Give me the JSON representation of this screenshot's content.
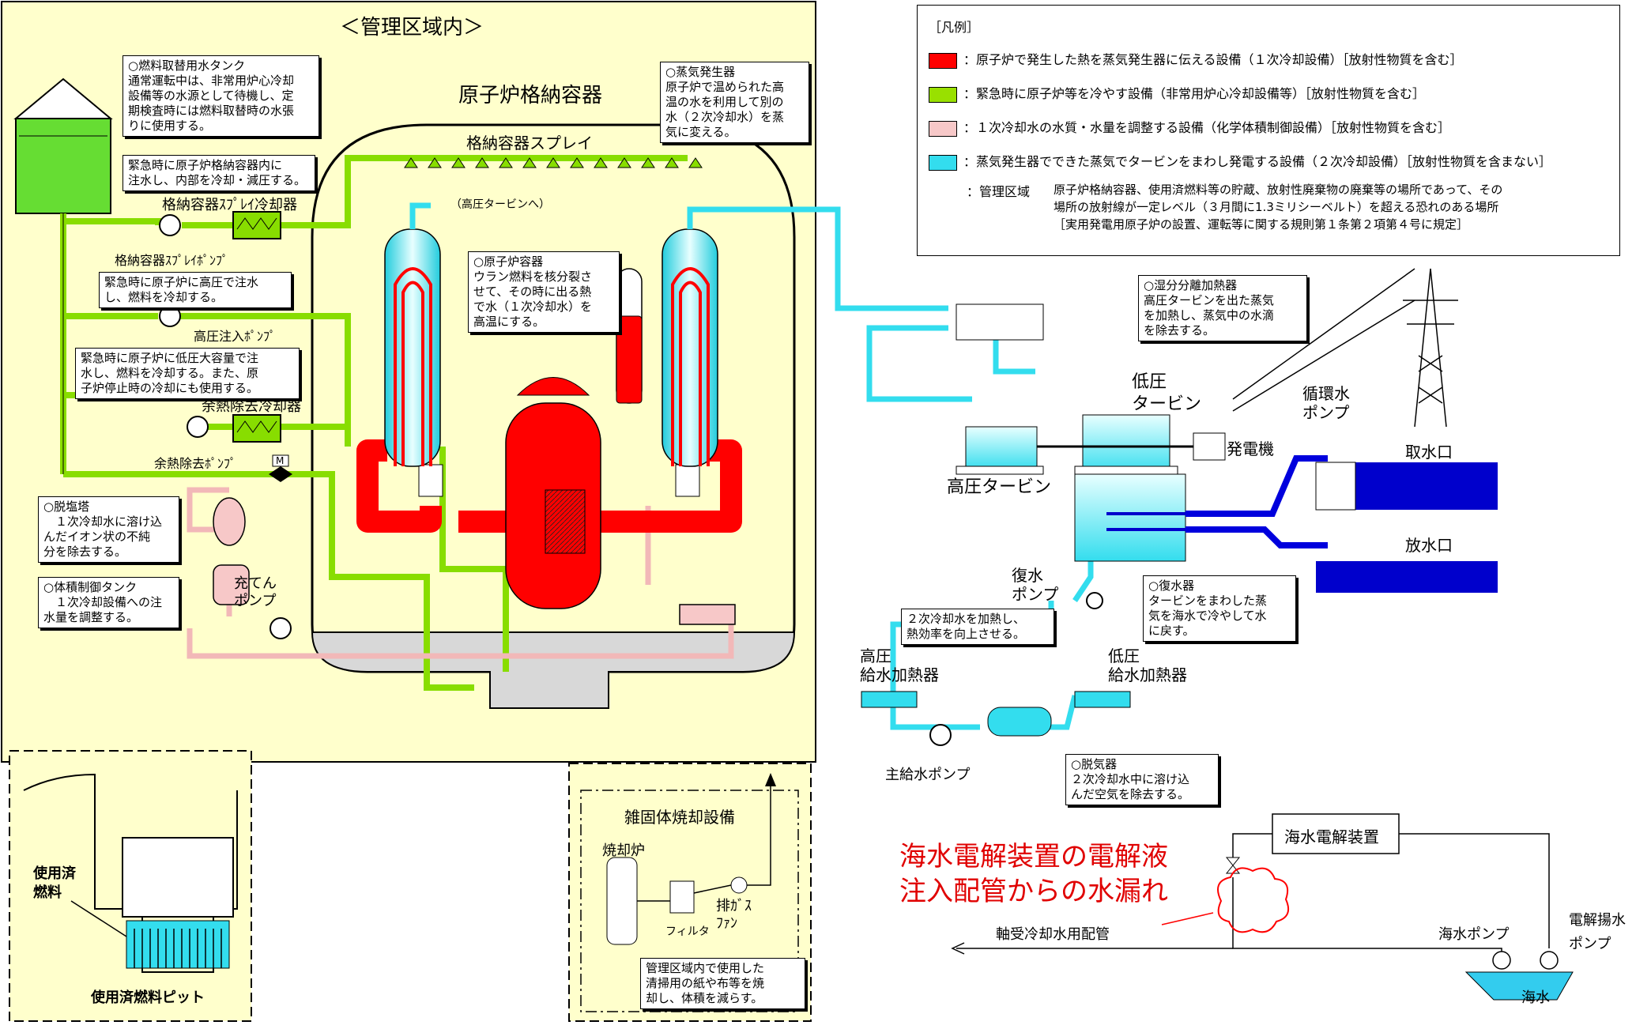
{
  "zone_title": "＜管理区域内＞",
  "containment_title": "原子炉格納容器",
  "containment_spray": "格納容器スプレイ",
  "high_pressure_turbine_to": "（高圧タービンへ）",
  "legend": {
    "title": "［凡例］",
    "items": [
      {
        "color": "#ff0000",
        "text": "：原子炉で発生した熱を蒸気発生器に伝える設備（１次冷却設備）［放射性物質を含む］"
      },
      {
        "color": "#99e000",
        "text": "：緊急時に原子炉等を冷やす設備（非常用炉心冷却設備等）［放射性物質を含む］"
      },
      {
        "color": "#f7c8c8",
        "text": "：１次冷却水の水質・水量を調整する設備（化学体積制御設備）［放射性物質を含む］"
      },
      {
        "color": "#33ddee",
        "text": "：蒸気発生器でできた蒸気でタービンをまわし発電する設備（２次冷却設備）［放射性物質を含まない］"
      }
    ],
    "zone_label": "：管理区域",
    "zone_desc_1": "原子炉格納容器、使用済燃料等の貯蔵、放射性廃棄物の廃棄等の場所であって、その",
    "zone_desc_2": "場所の放射線が一定レベル（３月間に1.3ミリシーベルト）を超える恐れのある場所",
    "zone_desc_3": "［実用発電用原子炉の設置、運転等に関する規則第１条第２項第４号に規定］"
  },
  "notes": {
    "fuel_water_tank": "○燃料取替用水タンク\n通常運転中は、非常用炉心冷却\n設備等の水源として待機し、定\n期検査時には燃料取替時の水張\nりに使用する。",
    "containment_spray_note": "緊急時に原子炉格納容器内に\n注水し、内部を冷却・減圧する。",
    "high_pressure_note": "緊急時に原子炉に高圧で注水\nし、燃料を冷却する。",
    "rhr_note": "緊急時に原子炉に低圧大容量で注\n水し、燃料を冷却する。また、原\n子炉停止時の冷却にも使用する。",
    "demineralizer": "○脱塩塔\n　１次冷却水に溶け込\nんだイオン状の不純\n分を除去する。",
    "volume_control_tank": "○体積制御タンク\n　１次冷却設備への注\n水量を調整する。",
    "steam_generator": "○蒸気発生器\n原子炉で温められた高\n温の水を利用して別の\n水（２次冷却水）を蒸\n気に変える。",
    "reactor_vessel": "○原子炉容器\nウラン燃料を核分裂さ\nせて、その時に出る熱\nで水（１次冷却水）を\n高温にする。",
    "moisture_separator": "○湿分分離加熱器\n高圧タービンを出た蒸気\nを加熱し、蒸気中の水滴\nを除去する。",
    "condenser": "○復水器\nタービンをまわした蒸\n気を海水で冷やして水\nに戻す。",
    "feed_heater": "２次冷却水を加熱し、\n熱効率を向上させる。",
    "deaerator": "○脱気器\n２次冷却水中に溶け込\nんだ空気を除去する。",
    "incinerator": "管理区域内で使用した\n清掃用の紙や布等を焼\n却し、体積を減らす。"
  },
  "labels": {
    "cs_cooler": "格納容器ｽﾌﾟﾚｲ冷却器",
    "cs_pump": "格納容器ｽﾌﾟﾚｲﾎﾟﾝﾌﾟ",
    "hp_injection_pump": "高圧注入ﾎﾟﾝﾌﾟ",
    "rhr_cooler": "余熱除去冷却器",
    "rhr_pump": "余熱除去ﾎﾟﾝﾌﾟ",
    "charging_pump": "充てん\nポンプ",
    "valve_m": "M",
    "lp_turbine": "低圧\nタービン",
    "hp_turbine": "高圧タービン",
    "generator": "発電機",
    "circ_pump": "循環水\nポンプ",
    "intake": "取水口",
    "discharge": "放水口",
    "condensate_pump": "復水\nポンプ",
    "hp_feed_heater": "高圧\n給水加熱器",
    "lp_feed_heater": "低圧\n給水加熱器",
    "main_feed_pump": "主給水ポンプ",
    "incin_title": "雑固体焼却設備",
    "incinerator": "焼却炉",
    "filter": "フィルタ",
    "exhaust_fan": "排ｶﾞｽ\nﾌｧﾝ",
    "spent_fuel": "使用済\n燃料",
    "spent_fuel_pit": "使用済燃料ピット",
    "seawater_electrolyzer": "海水電解装置",
    "bearing_cooling_pipe": "軸受冷却水用配管",
    "seawater_pump": "海水ポンプ",
    "electrolysis_pump": "電解揚水\nポンプ",
    "seawater": "海水"
  },
  "leak_text": "海水電解装置の電解液\n注入配管からの水漏れ"
}
